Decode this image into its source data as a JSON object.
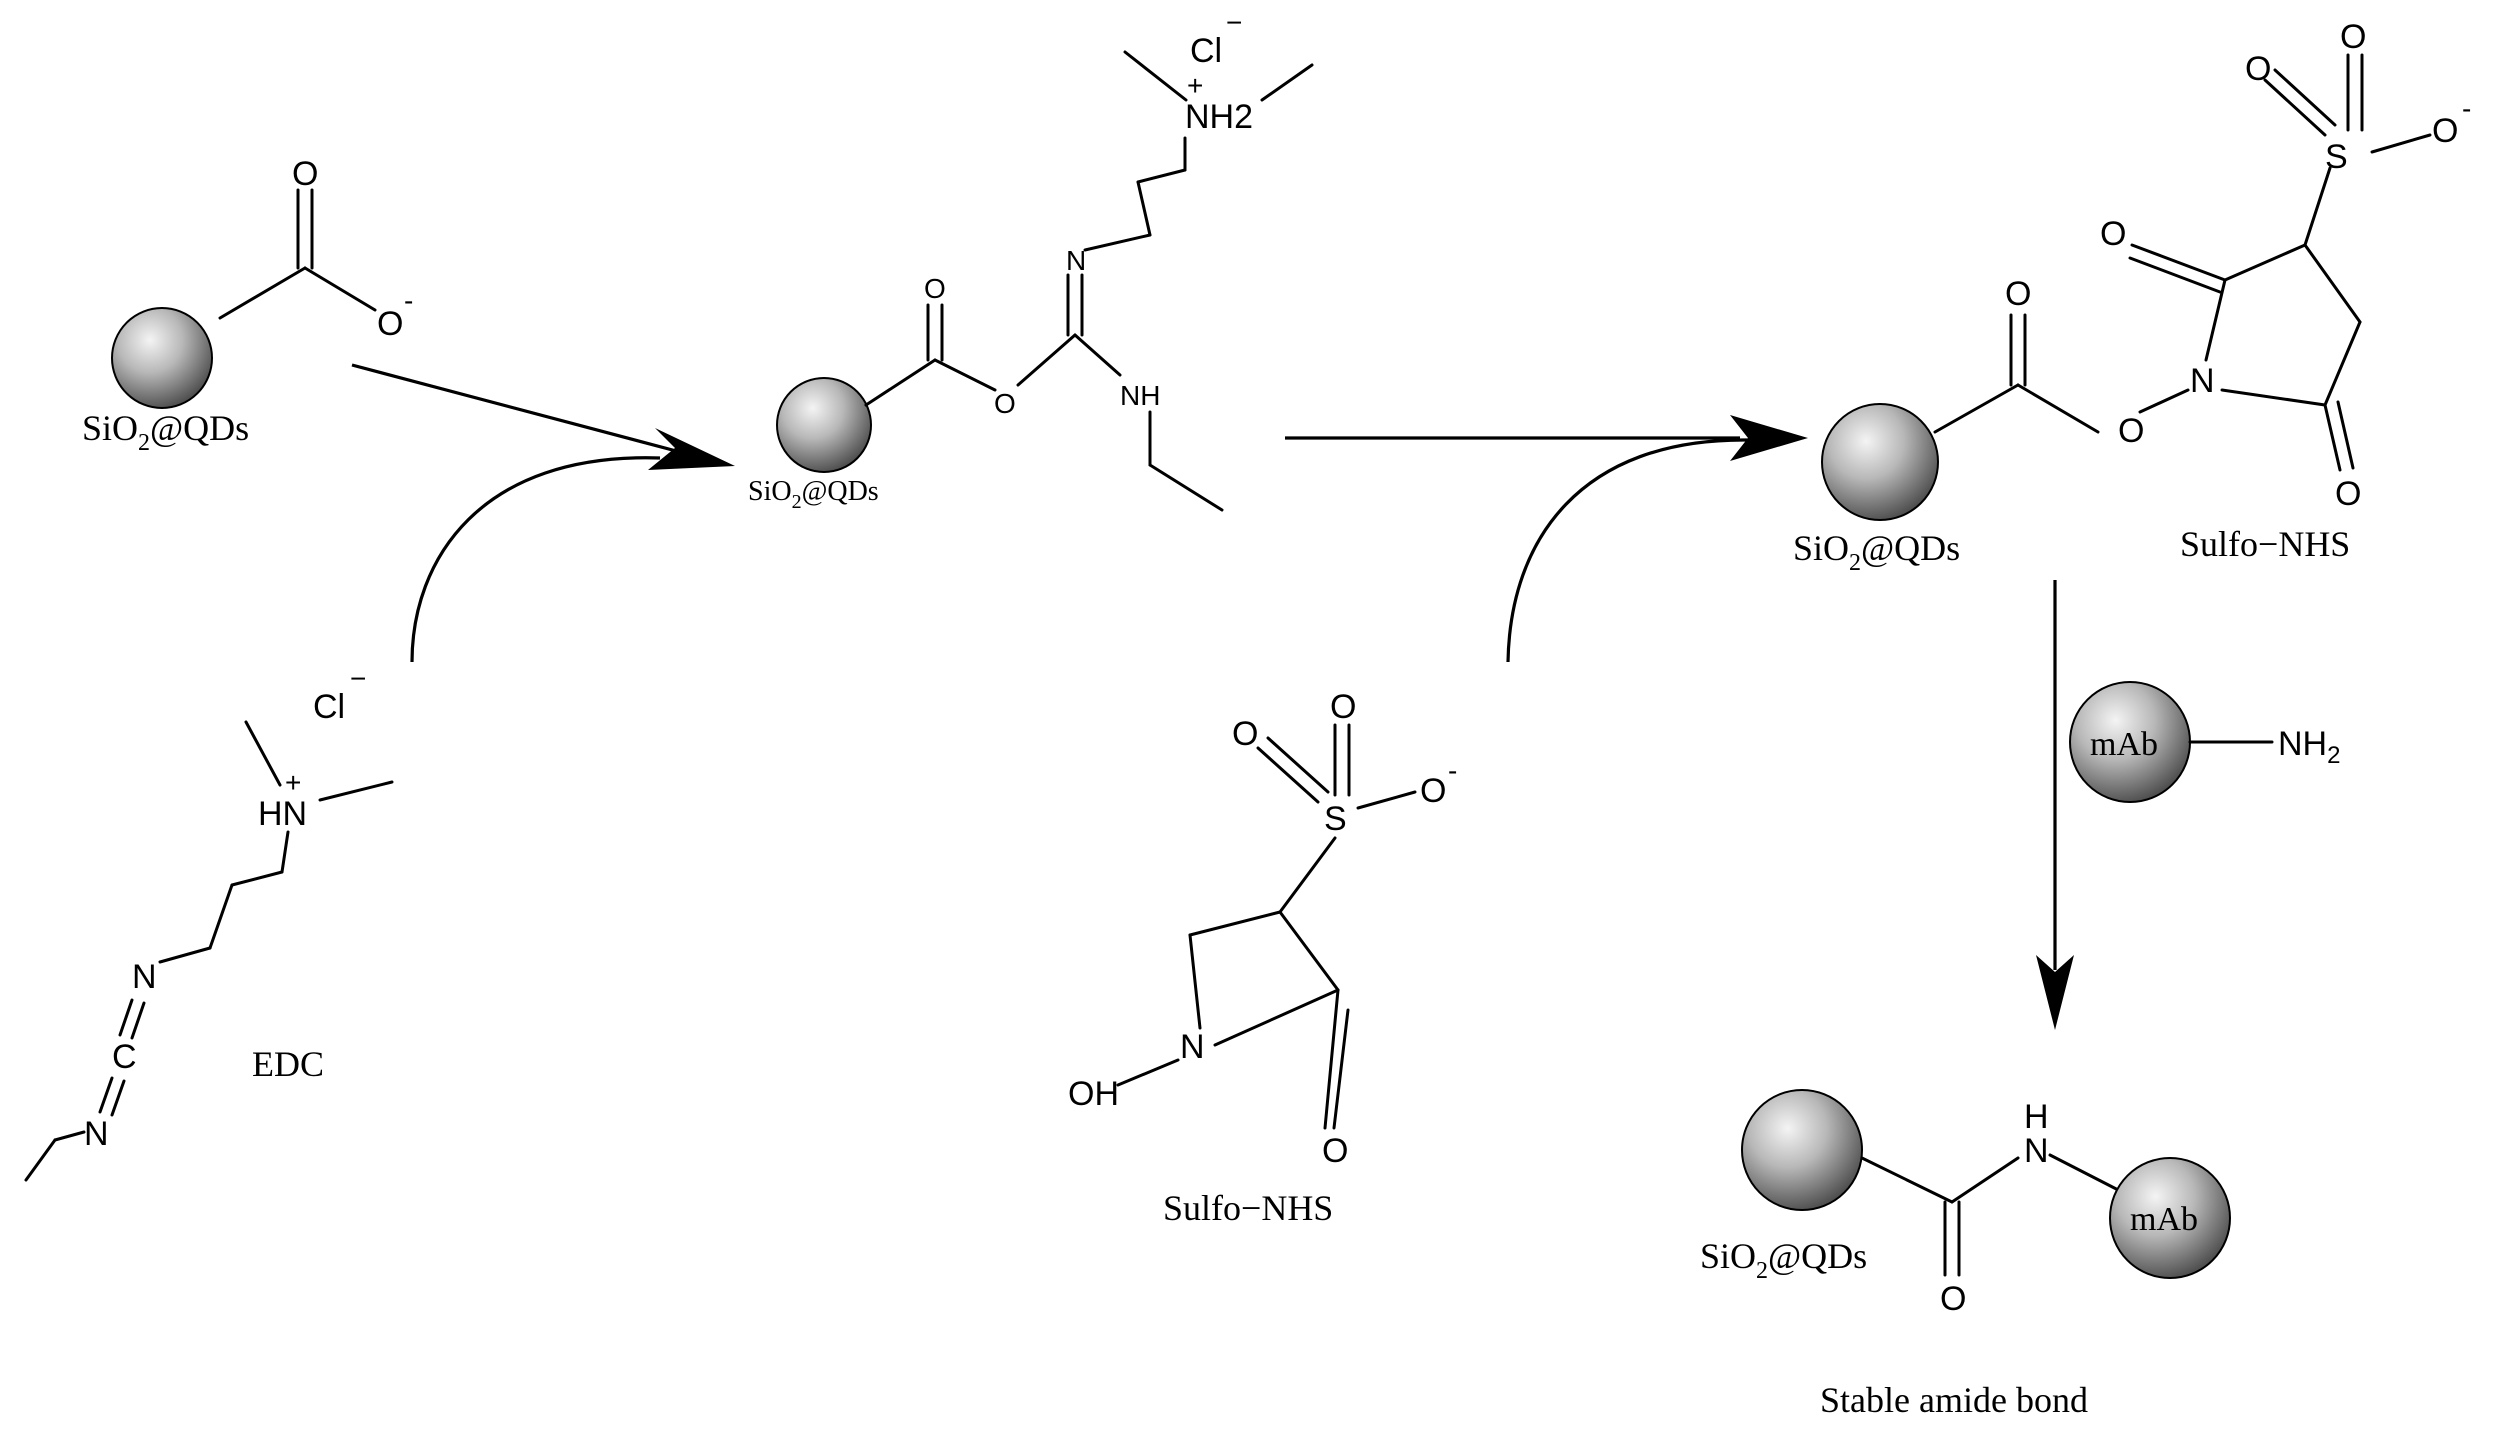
{
  "labels": {
    "np_label": "SiO2@QDs",
    "np_label_main": "SiO",
    "np_label_sub": "2",
    "np_label_rest": "@QDs",
    "edc": "EDC",
    "sulfo_nhs": "Sulfo−NHS",
    "mab": "mAb",
    "nh2": "NH",
    "nh2_sub": "2",
    "stable_amide": "Stable amide bond"
  },
  "atoms": {
    "O": "O",
    "O_minus": "-",
    "N": "N",
    "NH": "NH",
    "HN": "HN",
    "NH2_plain": "NH2",
    "C": "C",
    "S": "S",
    "OH": "OH",
    "H": "H",
    "Cl": "Cl",
    "minus": "−",
    "plus": "+"
  },
  "colors": {
    "sphere_light": "#f4f4f4",
    "sphere_dark": "#4a4a4a",
    "ink": "#000000"
  }
}
